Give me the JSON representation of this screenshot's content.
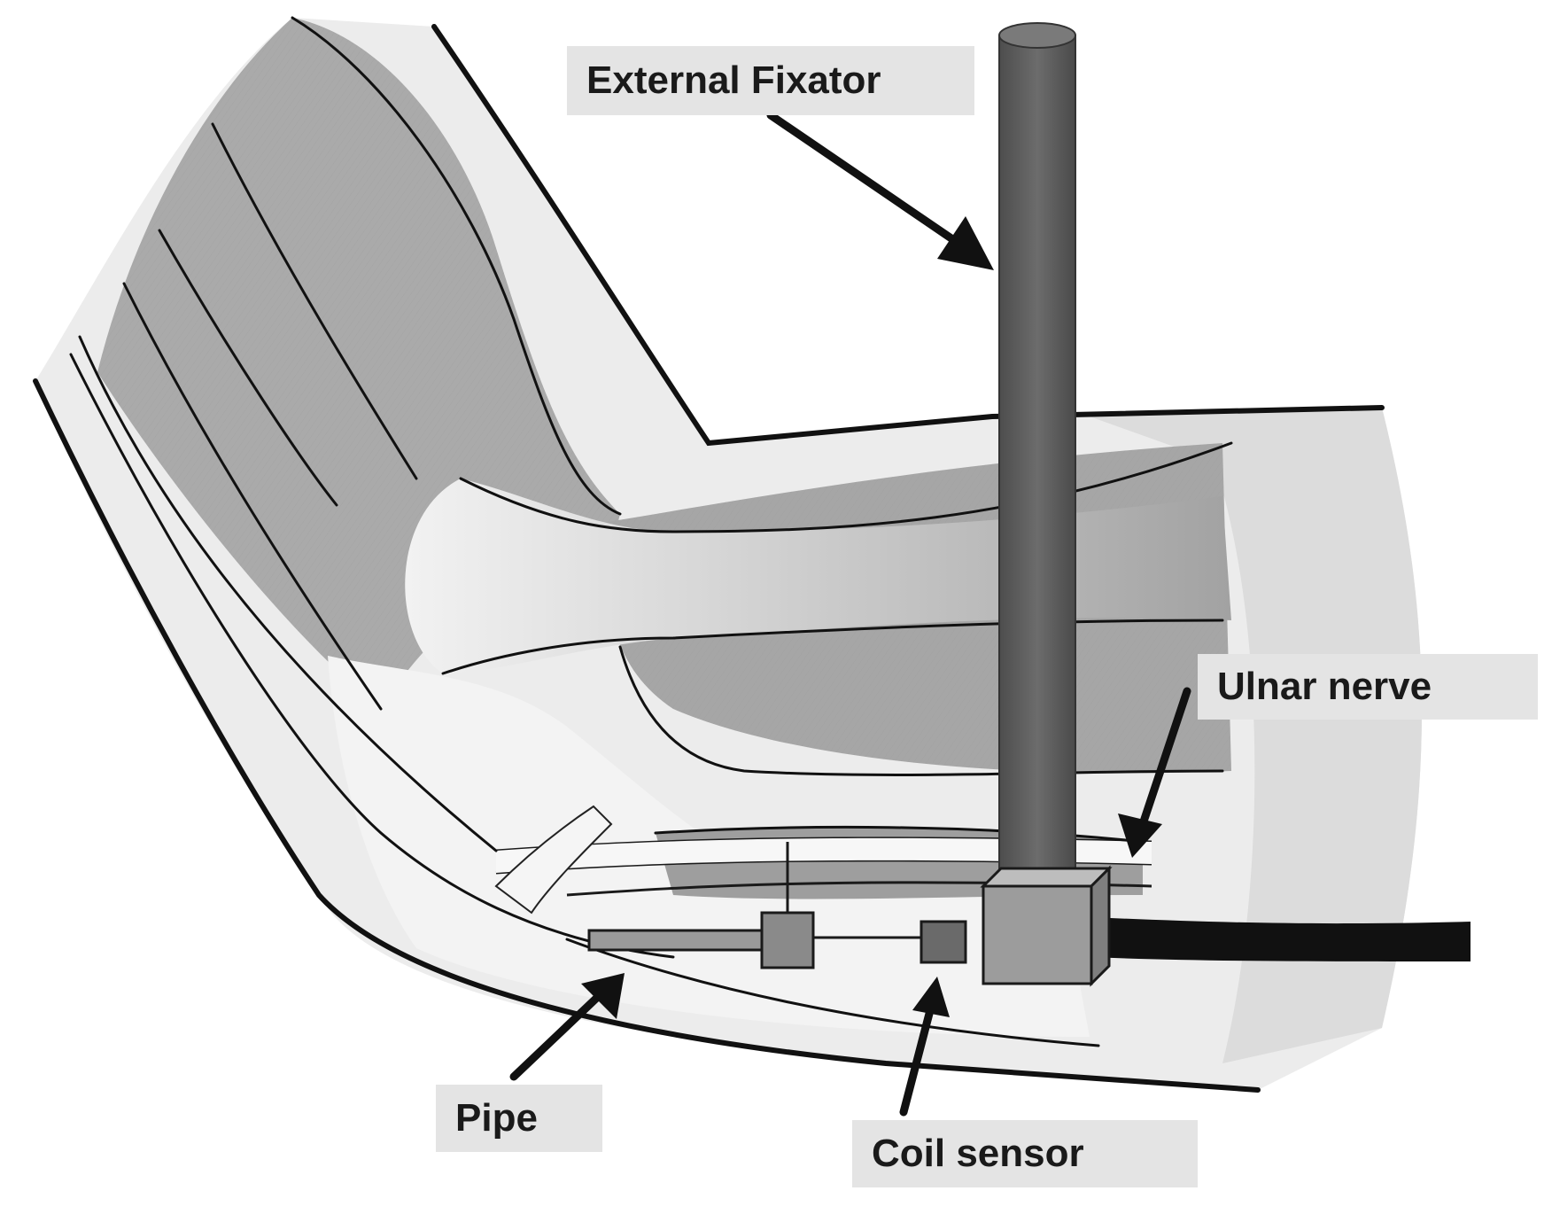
{
  "labels": {
    "external_fixator": "External Fixator",
    "ulnar_nerve": "Ulnar nerve",
    "pipe": "Pipe",
    "coil_sensor": "Coil sensor"
  },
  "colors": {
    "background": "#ffffff",
    "skin": "#e9e9e9",
    "muscle": "#a9a9a9",
    "tendon": "#d6d6d6",
    "fixator": "#5f5f5f",
    "outline": "#111111",
    "label_bg": "#e4e4e4"
  }
}
